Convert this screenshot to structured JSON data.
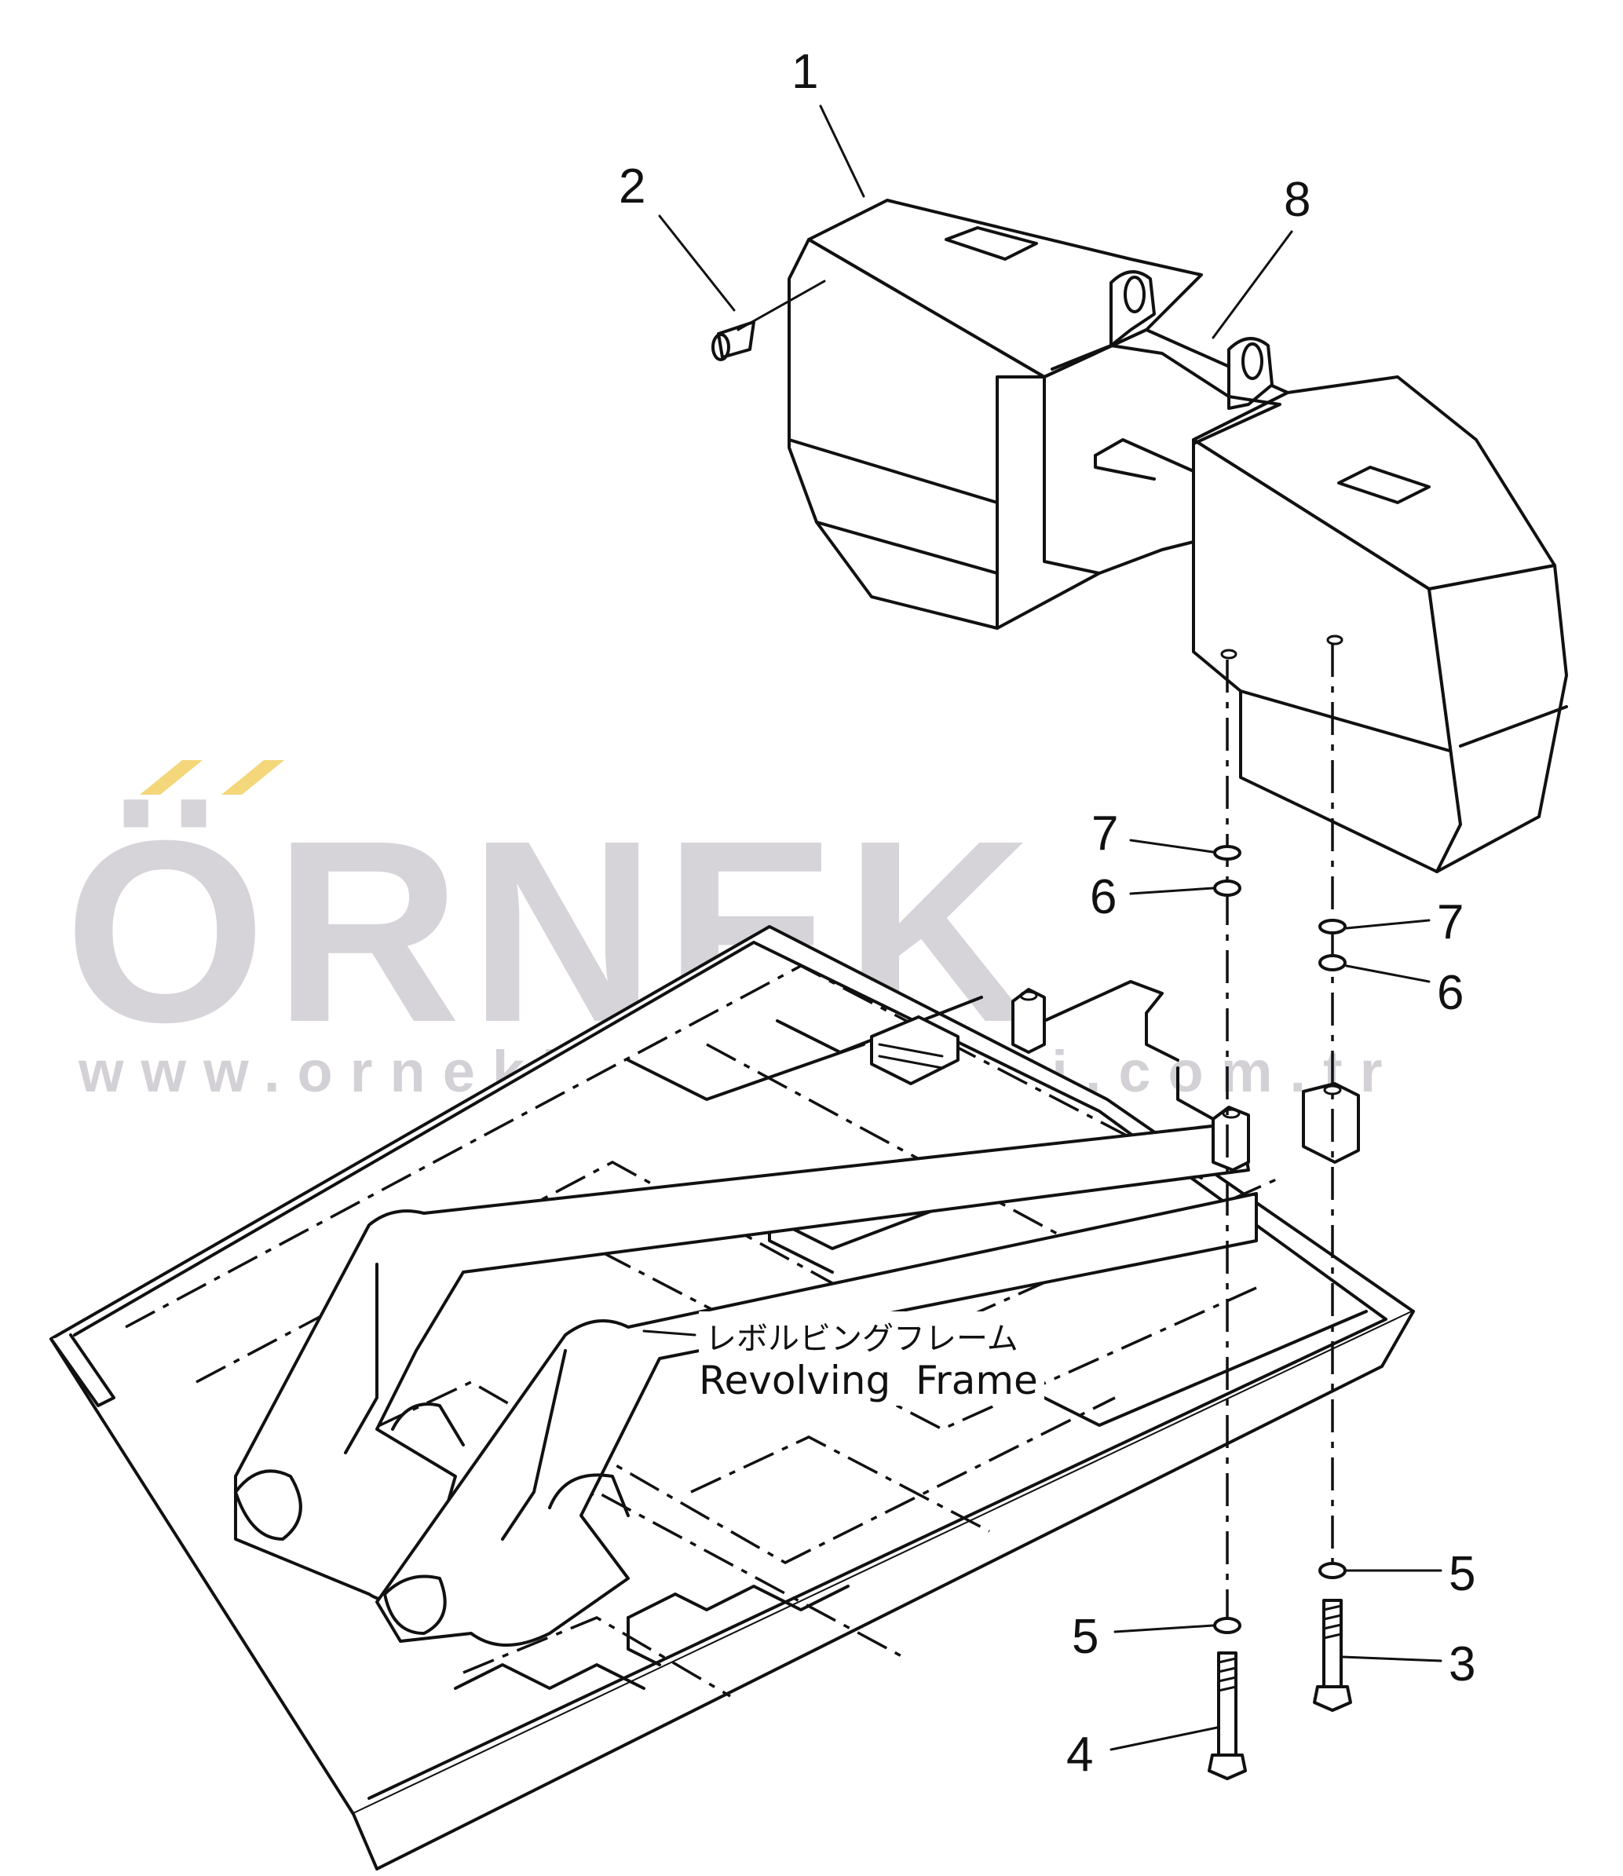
{
  "callouts": {
    "c1": "1",
    "c2": "2",
    "c8": "8",
    "c7a": "7",
    "c6a": "6",
    "c7b": "7",
    "c6b": "6",
    "c5a": "5",
    "c5b": "5",
    "c3": "3",
    "c4": "4"
  },
  "frame_label": {
    "japanese": "レボルビングフレーム",
    "english": "Revolving  Frame"
  },
  "watermark": {
    "brand": "ÖRNEK",
    "url": "www.ornekismakinalari.com.tr",
    "brand_color": "#c8c6cc",
    "accent_color": "#f3d77a"
  },
  "colors": {
    "ink": "#111111",
    "background": "#ffffff"
  }
}
